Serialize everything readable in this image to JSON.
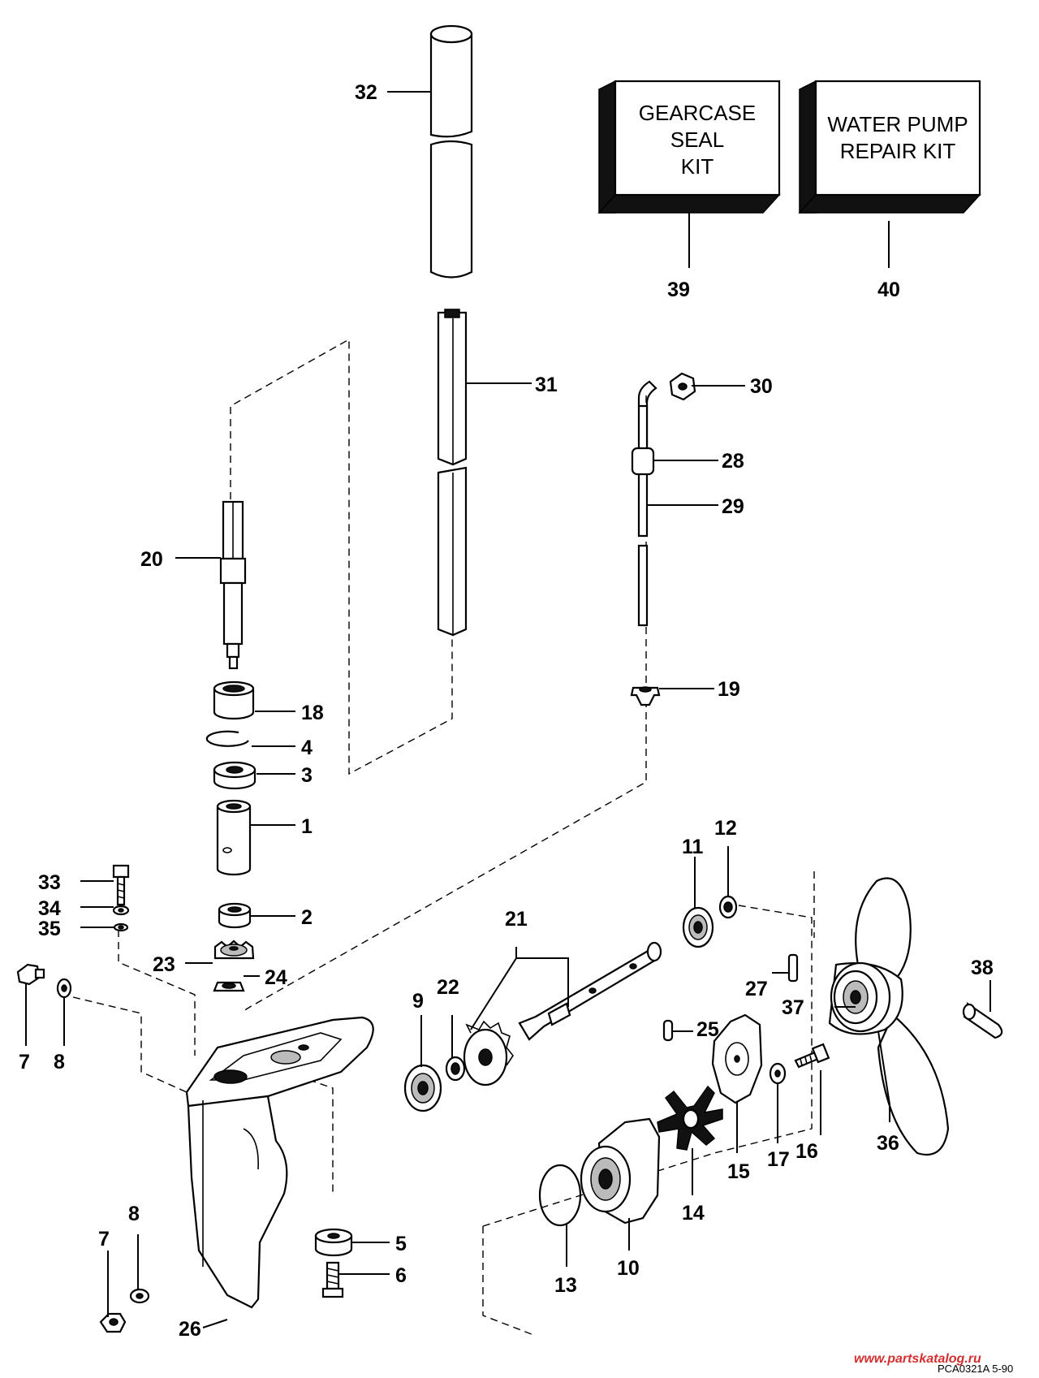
{
  "kits": {
    "gearcase": {
      "lines": [
        "GEARCASE",
        "SEAL",
        "KIT"
      ],
      "number": "39"
    },
    "water_pump": {
      "lines": [
        "WATER PUMP",
        "REPAIR KIT"
      ],
      "number": "40"
    }
  },
  "parts": {
    "p1": "1",
    "p2": "2",
    "p3": "3",
    "p4": "4",
    "p5": "5",
    "p6": "6",
    "p7a": "7",
    "p7b": "7",
    "p8a": "8",
    "p8b": "8",
    "p9": "9",
    "p10": "10",
    "p11": "11",
    "p12": "12",
    "p13": "13",
    "p14": "14",
    "p15": "15",
    "p16": "16",
    "p17": "17",
    "p18": "18",
    "p19": "19",
    "p20": "20",
    "p21": "21",
    "p22": "22",
    "p23": "23",
    "p24": "24",
    "p25": "25",
    "p26": "26",
    "p27": "27",
    "p28": "28",
    "p29": "29",
    "p30": "30",
    "p31": "31",
    "p32": "32",
    "p33": "33",
    "p34": "34",
    "p35": "35",
    "p36": "36",
    "p37": "37",
    "p38": "38"
  },
  "footer": {
    "code": "PCA0321A  5-90",
    "watermark": "www.partskatalog.ru"
  },
  "colors": {
    "ink": "#000000",
    "watermark": "#d23030"
  }
}
